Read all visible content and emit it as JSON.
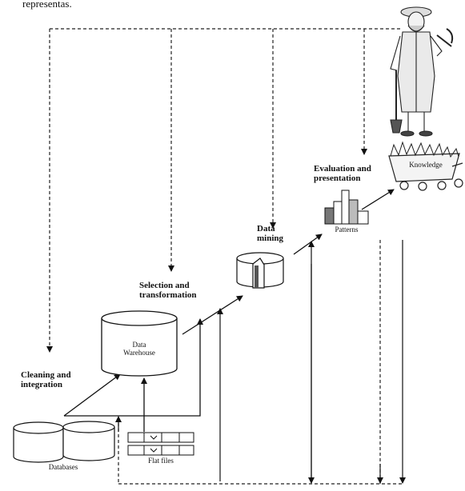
{
  "top_text": "representas.",
  "stages": {
    "cleaning": [
      "Cleaning and",
      "integration"
    ],
    "selection": [
      "Selection and",
      "transformation"
    ],
    "mining": [
      "Data",
      "mining"
    ],
    "evaluation": [
      "Evaluation and",
      "presentation"
    ]
  },
  "items": {
    "databases": "Databases",
    "flat_files": "Flat files",
    "warehouse": [
      "Data",
      "Warehouse"
    ],
    "patterns": "Patterns",
    "knowledge": "Knowledge"
  }
}
